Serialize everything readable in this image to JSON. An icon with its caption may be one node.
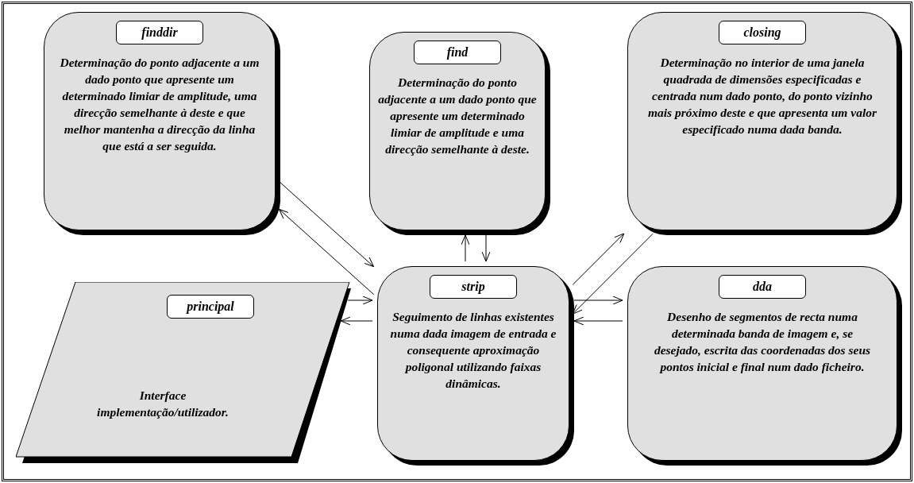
{
  "diagram": {
    "nodes": [
      {
        "text": [
          "finddir",
          "Determinação do ponto adjacente a um dado ponto que apresente um determinado limiar de amplitude, uma direcção semelhante à deste e que melhor mantenha a direcção da linha que está a ser seguida."
        ]
      },
      {
        "text": [
          "find",
          "Determinação do ponto adjacente a um dado ponto que apresente um determinado limiar de amplitude e uma direcção semelhante à deste."
        ]
      },
      {
        "text": [
          "closing",
          "Determinação no interior de uma janela quadrada de dimensões especificadas e centrada num dado ponto, do ponto vizinho mais próximo deste e que apresenta um valor especificado numa dada banda."
        ]
      },
      {
        "text": [
          "principal",
          "Interface implementação/utilizador."
        ]
      },
      {
        "text": [
          "strip",
          "Seguimento de linhas existentes numa dada imagem de entrada e consequente aproximação poligonal utilizando faixas dinâmicas."
        ]
      },
      {
        "text": [
          "dda",
          "Desenho de segmentos de recta numa determinada banda de imagem e, se desejado, escrita das coordenadas dos seus pontos inicial e final num dado ficheiro."
        ]
      }
    ],
    "edges": [
      {
        "from": 4,
        "to": 0,
        "arrow": "to"
      },
      {
        "from": 0,
        "to": 4,
        "arrow": "to"
      },
      {
        "from": 4,
        "to": 1,
        "arrow": "to"
      },
      {
        "from": 1,
        "to": 4,
        "arrow": "to"
      },
      {
        "from": 4,
        "to": 2,
        "arrow": "to"
      },
      {
        "from": 2,
        "to": 4,
        "arrow": "to"
      },
      {
        "from": 3,
        "to": 4,
        "arrow": "to"
      },
      {
        "from": 4,
        "to": 3,
        "arrow": "to"
      },
      {
        "from": 4,
        "to": 5,
        "arrow": "to"
      },
      {
        "from": 5,
        "to": 4,
        "arrow": "to"
      }
    ]
  }
}
